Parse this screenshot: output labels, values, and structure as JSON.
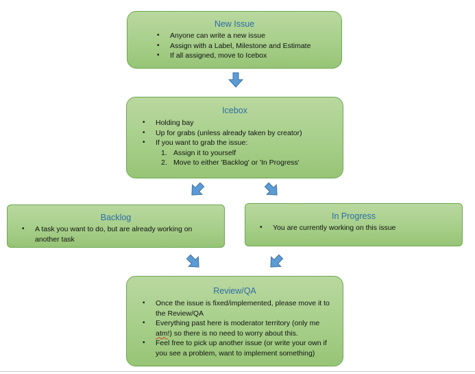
{
  "colors": {
    "box_fill_top": "#b9d89f",
    "box_fill_bottom": "#97c476",
    "box_border": "#6aa84f",
    "title_color": "#2e6da4",
    "arrow_fill": "#5b9bd5",
    "arrow_stroke": "#41719c"
  },
  "boxes": {
    "new_issue": {
      "title": "New Issue",
      "items": [
        "Anyone can write a new issue",
        "Assign with a Label, Milestone and Estimate",
        "If all assigned, move to Icebox"
      ]
    },
    "icebox": {
      "title": "Icebox",
      "items": [
        "Holding bay",
        "Up for grabs (unless already taken by creator)",
        "If you want to grab the issue:"
      ],
      "subitems": [
        {
          "num": "1.",
          "text": "Assign it to yourself"
        },
        {
          "num": "2.",
          "text": "Move to either 'Backlog' or 'In Progress'"
        }
      ]
    },
    "backlog": {
      "title": "Backlog",
      "items": [
        "A task you want to do, but are already working on another task"
      ]
    },
    "in_progress": {
      "title": "In Progress",
      "items": [
        "You are currently working on this issue"
      ]
    },
    "review_qa": {
      "title": "Review/QA",
      "items": [
        "Once the issue is fixed/implemented, please move it to the Review/QA",
        "Everything past here is moderator territory (only me ",
        "Feel free to pick up another issue (or write your own if you see a problem, want to implement something)"
      ],
      "item2_squiggle": "atm",
      "item2_rest": "!) so there is no need to worry about this."
    }
  },
  "bullet_glyph": "•",
  "arrows": [
    {
      "name": "arrow-new-to-icebox",
      "direction": "down"
    },
    {
      "name": "arrow-icebox-to-backlog",
      "direction": "down-left"
    },
    {
      "name": "arrow-icebox-to-in-progress",
      "direction": "down-right"
    },
    {
      "name": "arrow-backlog-to-review",
      "direction": "down-right"
    },
    {
      "name": "arrow-in-progress-to-review",
      "direction": "down-left"
    }
  ]
}
